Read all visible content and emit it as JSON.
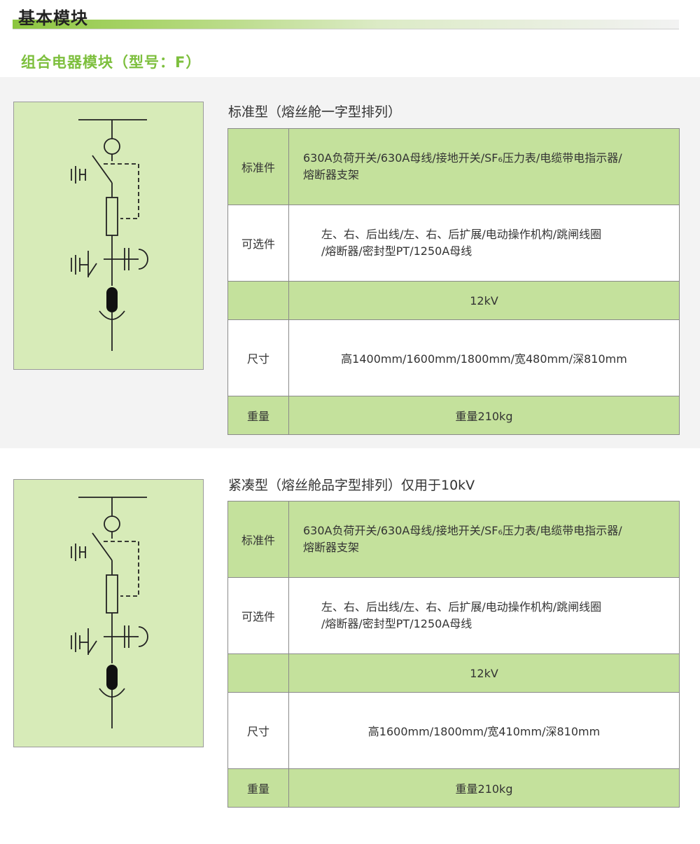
{
  "page": {
    "title": "基本模块",
    "section_title": "组合电器模块（型号：F）"
  },
  "blocks": [
    {
      "title": "标准型（熔丝舱一字型排列）",
      "rows": [
        {
          "label": "标准件",
          "value_lines": [
            "630A负荷开关/630A母线/接地开关/SF₆压力表/电缆带电指示器/",
            "熔断器支架"
          ]
        },
        {
          "label": "可选件",
          "value_lines": [
            "左、右、后出线/左、右、后扩展/电动操作机构/跳闸线圈",
            "/熔断器/密封型PT/1250A母线"
          ]
        },
        {
          "label": "",
          "value": "12kV"
        },
        {
          "label": "尺寸",
          "value": "高1400mm/1600mm/1800mm/宽480mm/深810mm"
        },
        {
          "label": "重量",
          "value": "重量210kg"
        }
      ]
    },
    {
      "title": "紧凑型（熔丝舱品字型排列）仅用于10kV",
      "rows": [
        {
          "label": "标准件",
          "value_lines": [
            "630A负荷开关/630A母线/接地开关/SF₆压力表/电缆带电指示器/",
            "熔断器支架"
          ]
        },
        {
          "label": "可选件",
          "value_lines": [
            "左、右、后出线/左、右、后扩展/电动操作机构/跳闸线圈",
            "/熔断器/密封型PT/1250A母线"
          ]
        },
        {
          "label": "",
          "value": "12kV"
        },
        {
          "label": "尺寸",
          "value": "高1600mm/1800mm/宽410mm/深810mm"
        },
        {
          "label": "重量",
          "value": "重量210kg"
        }
      ]
    }
  ],
  "colors": {
    "accent_green": "#7dbf3d",
    "row_green": "#c4e19c",
    "diagram_bg": "#d7ebb8",
    "band_gray": "#f3f3f3"
  },
  "icons": [
    "single-line-diagram-icon"
  ]
}
